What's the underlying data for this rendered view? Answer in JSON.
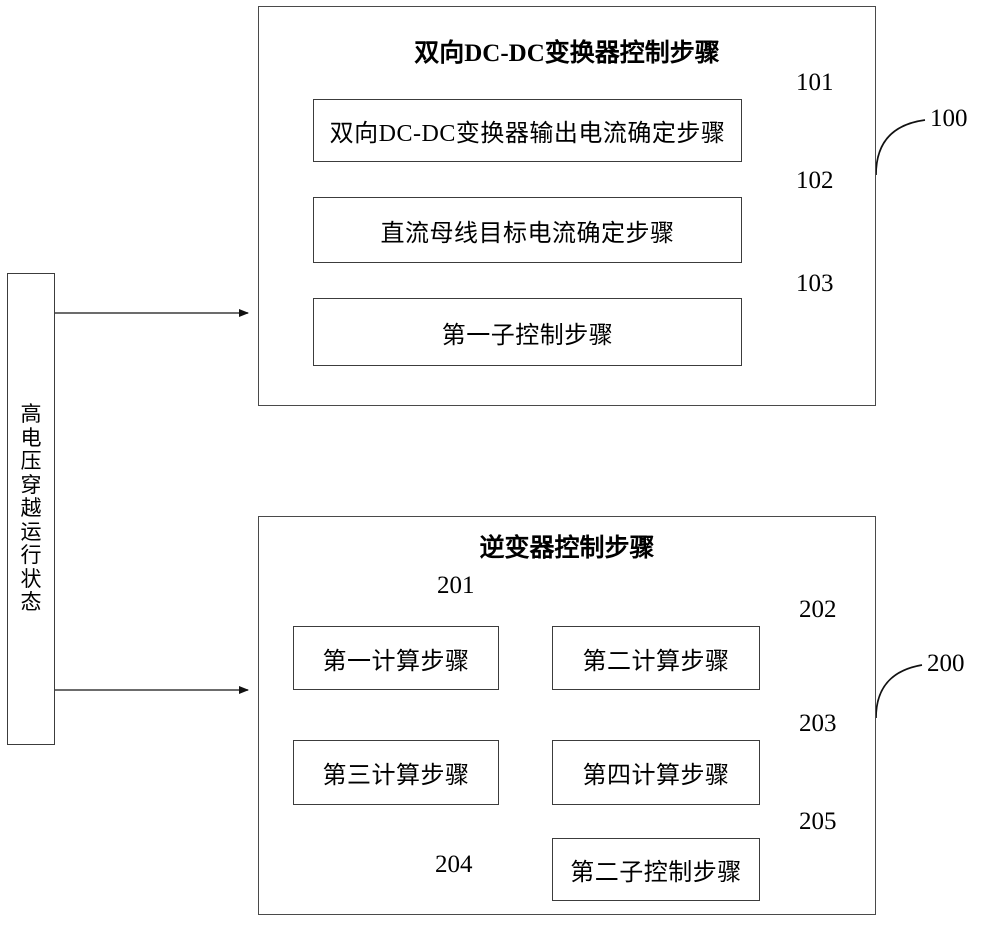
{
  "diagram": {
    "source_state": {
      "label": "高电压穿越运行状态",
      "chars": [
        "高",
        "电",
        "压",
        "穿",
        "越",
        "运",
        "行",
        "状",
        "态"
      ]
    },
    "groups": [
      {
        "id": "dcdc-group",
        "title": "双向DC-DC变换器控制步骤",
        "ref": "100",
        "steps": [
          {
            "ref": "101",
            "label": "双向DC-DC变换器输出电流确定步骤"
          },
          {
            "ref": "102",
            "label": "直流母线目标电流确定步骤"
          },
          {
            "ref": "103",
            "label": "第一子控制步骤"
          }
        ]
      },
      {
        "id": "inverter-group",
        "title": "逆变器控制步骤",
        "ref": "200",
        "steps": [
          {
            "ref": "201",
            "label": "第一计算步骤"
          },
          {
            "ref": "202",
            "label": "第二计算步骤"
          },
          {
            "ref": "204",
            "label": "第三计算步骤"
          },
          {
            "ref": "203",
            "label": "第四计算步骤"
          },
          {
            "ref": "205",
            "label": "第二子控制步骤"
          }
        ]
      }
    ],
    "colors": {
      "line": "#3c3c3c",
      "text": "#000000",
      "background": "#ffffff"
    }
  }
}
